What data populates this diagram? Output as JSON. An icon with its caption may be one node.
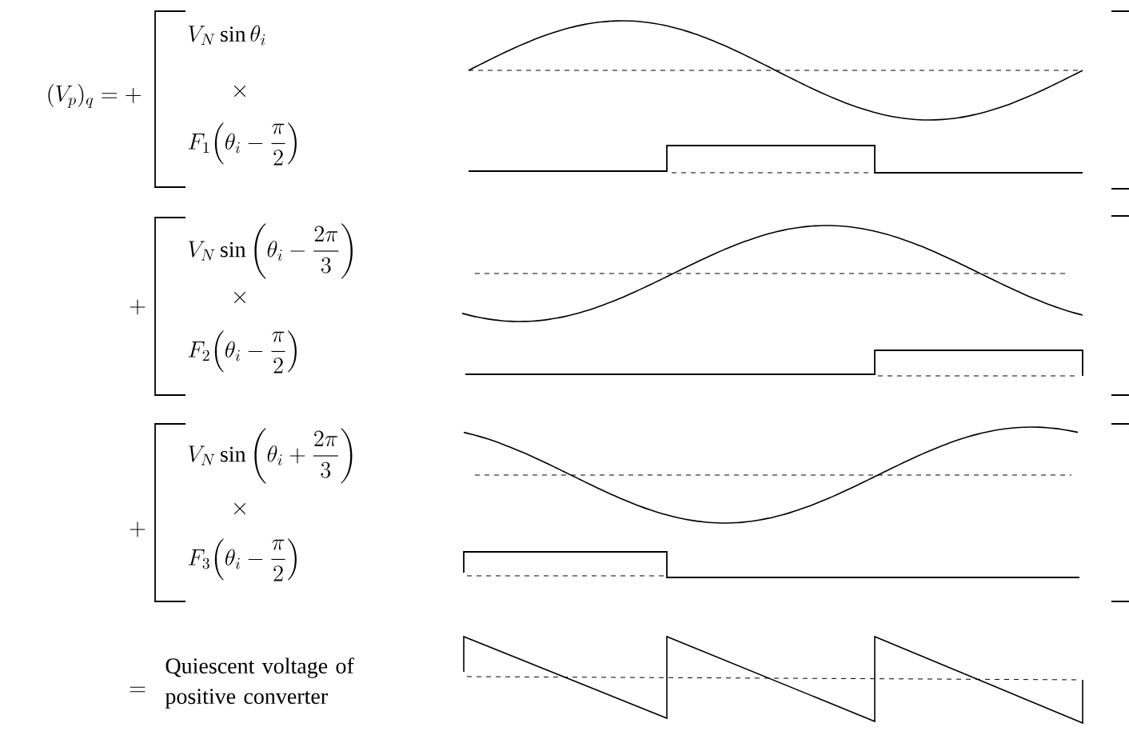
{
  "diagram": {
    "labels": [
      "(V_p)_q = +",
      "V_N \\sin\\theta_i",
      "\\times",
      "F_1\\!\\left(\\theta_i - \\frac{\\pi}{2}\\right)",
      "+",
      "V_N \\sin\\left(\\theta_i - \\frac{2\\pi}{3}\\right)",
      "\\times",
      "F_2\\!\\left(\\theta_i - \\frac{\\pi}{2}\\right)",
      "+",
      "V_N \\sin\\left(\\theta_i + \\frac{2\\pi}{3}\\right)",
      "\\times",
      "F_3\\!\\left(\\theta_i - \\frac{\\pi}{2}\\right)",
      "=",
      "Quiescent voltage of positive converter"
    ]
  }
}
